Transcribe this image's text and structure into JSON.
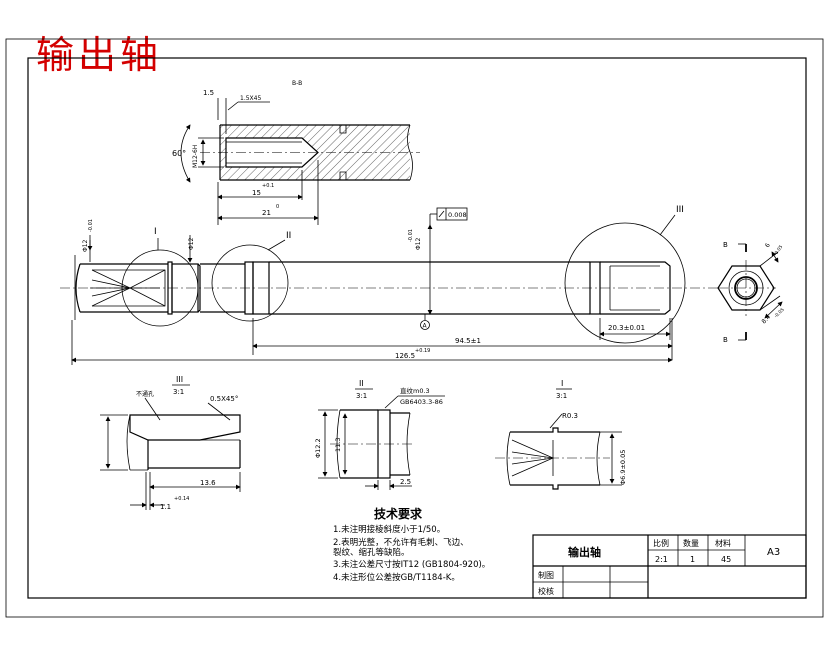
{
  "title_overlay": "输出轴",
  "section_label": "B-B",
  "detail_views": {
    "view1": {
      "roman": "I",
      "scale": "3:1"
    },
    "view2": {
      "roman": "II",
      "scale": "3:1"
    },
    "view3": {
      "roman": "III",
      "scale": "3:1"
    }
  },
  "dimensions": {
    "d_1_5": "1.5",
    "chamfer_top": "1.5X45",
    "angle_60": "60°",
    "thread_m": "M12-6H",
    "len_15": "15",
    "len_15_tol": "+0.1",
    "len_21": "21",
    "len_21_tol": "0",
    "dia_12_left": "Φ12",
    "dia_12_tol": "-0.01",
    "dia_12_main": "Φ12",
    "dia_12_main_tol": "-0.01",
    "len_94_5": "94.5±1",
    "len_126": "126.5",
    "len_126_tol": "+0.19",
    "len_20_3": "20.3±0.01",
    "flatness": "0.008",
    "datum": "A",
    "across_6": "6",
    "across_6_tol": "-0.05",
    "across_8": "8.4",
    "across_8_tol": "-0.05",
    "cut_b": "B",
    "no_through": "不通孔",
    "chamfer_05": "0.5X45°",
    "len_13_6": "13.6",
    "len_1_1": "1.1",
    "len_1_1_tol": "+0.14",
    "dia_12_2": "Φ12.2",
    "dia_11_3": "11.3",
    "knurl_1": "直纹m0.3",
    "knurl_2": "GB6403.3-86",
    "len_2_5": "2.5",
    "r03": "R0.3",
    "dia_6_9": "Φ6.9±0.05"
  },
  "requirements": {
    "heading": "技术要求",
    "items": [
      "1.未注明接棱斜度小于1/50。",
      "2.表明光整，不允许有毛刺、飞边、",
      "   裂纹、缩孔等缺陷。",
      "3.未注公差尺寸按IT12 (GB1804-920)。",
      "4.未注形位公差按GB/T1184-K。"
    ]
  },
  "title_block": {
    "part_name": "输出轴",
    "h_scale": "比例",
    "h_qty": "数量",
    "h_material": "材料",
    "v_scale": "2:1",
    "v_qty": "1",
    "v_material": "45",
    "sheet": "A3",
    "drawn": "制图",
    "checked": "校核"
  }
}
